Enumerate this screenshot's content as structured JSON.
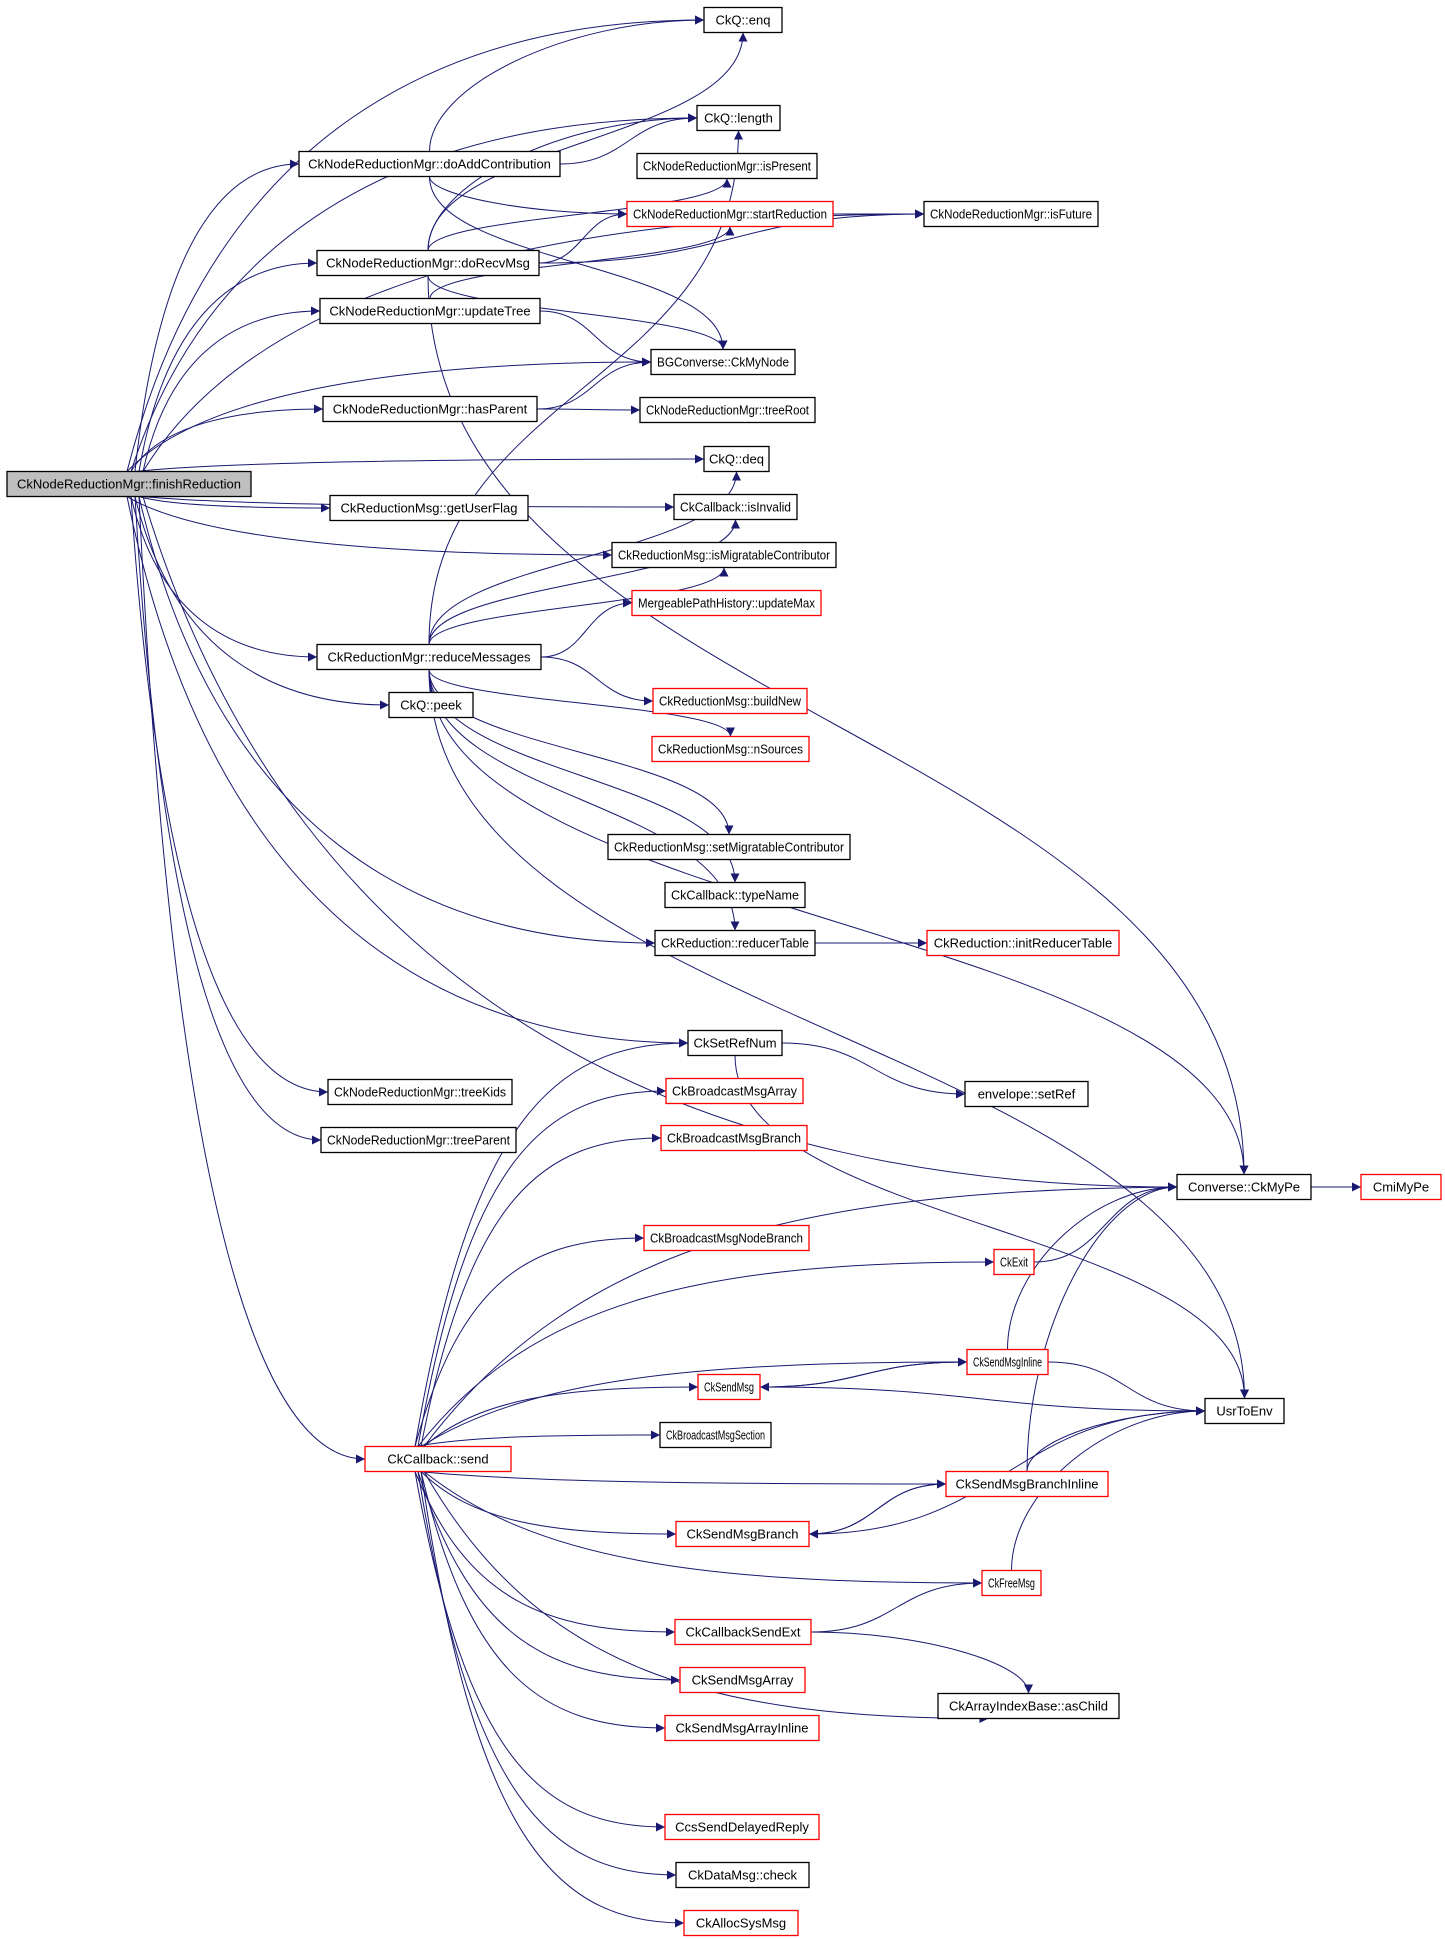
{
  "graph": {
    "title": "Call graph of CkNodeReductionMgr::finishReduction",
    "colors": {
      "edge": "#191970",
      "node_border": "#000000",
      "truncated_border": "#ff0000",
      "focus_fill": "#bfbfbf"
    },
    "nodes": [
      {
        "id": "finishReduction",
        "label": "CkNodeReductionMgr::finishReduction",
        "kind": "focus"
      },
      {
        "id": "enq",
        "label": "CkQ::enq",
        "kind": "normal"
      },
      {
        "id": "length",
        "label": "CkQ::length",
        "kind": "normal"
      },
      {
        "id": "doAddContribution",
        "label": "CkNodeReductionMgr::doAddContribution",
        "kind": "normal"
      },
      {
        "id": "isPresent",
        "label": "CkNodeReductionMgr::isPresent",
        "kind": "normal"
      },
      {
        "id": "startReduction",
        "label": "CkNodeReductionMgr::startReduction",
        "kind": "truncated"
      },
      {
        "id": "isFuture",
        "label": "CkNodeReductionMgr::isFuture",
        "kind": "normal"
      },
      {
        "id": "doRecvMsg",
        "label": "CkNodeReductionMgr::doRecvMsg",
        "kind": "normal"
      },
      {
        "id": "updateTree",
        "label": "CkNodeReductionMgr::updateTree",
        "kind": "normal"
      },
      {
        "id": "CkMyNode",
        "label": "BGConverse::CkMyNode",
        "kind": "normal"
      },
      {
        "id": "hasParent",
        "label": "CkNodeReductionMgr::hasParent",
        "kind": "normal"
      },
      {
        "id": "treeRoot",
        "label": "CkNodeReductionMgr::treeRoot",
        "kind": "normal"
      },
      {
        "id": "deq",
        "label": "CkQ::deq",
        "kind": "normal"
      },
      {
        "id": "getUserFlag",
        "label": "CkReductionMsg::getUserFlag",
        "kind": "normal"
      },
      {
        "id": "isInvalid",
        "label": "CkCallback::isInvalid",
        "kind": "normal"
      },
      {
        "id": "isMigratableContributor",
        "label": "CkReductionMsg::isMigratableContributor",
        "kind": "normal"
      },
      {
        "id": "updateMax",
        "label": "MergeablePathHistory::updateMax",
        "kind": "truncated"
      },
      {
        "id": "reduceMessages",
        "label": "CkReductionMgr::reduceMessages",
        "kind": "normal"
      },
      {
        "id": "buildNew",
        "label": "CkReductionMsg::buildNew",
        "kind": "truncated"
      },
      {
        "id": "peek",
        "label": "CkQ::peek",
        "kind": "normal"
      },
      {
        "id": "nSources",
        "label": "CkReductionMsg::nSources",
        "kind": "truncated"
      },
      {
        "id": "setMigratableContributor",
        "label": "CkReductionMsg::setMigratableContributor",
        "kind": "normal"
      },
      {
        "id": "typeName",
        "label": "CkCallback::typeName",
        "kind": "normal"
      },
      {
        "id": "reducerTable",
        "label": "CkReduction::reducerTable",
        "kind": "normal"
      },
      {
        "id": "initReducerTable",
        "label": "CkReduction::initReducerTable",
        "kind": "truncated"
      },
      {
        "id": "CkSetRefNum",
        "label": "CkSetRefNum",
        "kind": "normal"
      },
      {
        "id": "treeKids",
        "label": "CkNodeReductionMgr::treeKids",
        "kind": "normal"
      },
      {
        "id": "setRef",
        "label": "envelope::setRef",
        "kind": "normal"
      },
      {
        "id": "CkBroadcastMsgArray",
        "label": "CkBroadcastMsgArray",
        "kind": "truncated"
      },
      {
        "id": "treeParent",
        "label": "CkNodeReductionMgr::treeParent",
        "kind": "normal"
      },
      {
        "id": "CkBroadcastMsgBranch",
        "label": "CkBroadcastMsgBranch",
        "kind": "truncated"
      },
      {
        "id": "ConverseCkMyPe",
        "label": "Converse::CkMyPe",
        "kind": "normal"
      },
      {
        "id": "CmiMyPe",
        "label": "CmiMyPe",
        "kind": "truncated"
      },
      {
        "id": "CkBroadcastMsgNodeBranch",
        "label": "CkBroadcastMsgNodeBranch",
        "kind": "truncated"
      },
      {
        "id": "CkExit",
        "label": "CkExit",
        "kind": "truncated"
      },
      {
        "id": "CkSendMsgInline",
        "label": "CkSendMsgInline",
        "kind": "truncated"
      },
      {
        "id": "CkSendMsg",
        "label": "CkSendMsg",
        "kind": "truncated"
      },
      {
        "id": "UsrToEnv",
        "label": "UsrToEnv",
        "kind": "normal"
      },
      {
        "id": "CkBroadcastMsgSection",
        "label": "CkBroadcastMsgSection",
        "kind": "normal"
      },
      {
        "id": "CkCallbackSend",
        "label": "CkCallback::send",
        "kind": "truncated"
      },
      {
        "id": "CkSendMsgBranchInline",
        "label": "CkSendMsgBranchInline",
        "kind": "truncated"
      },
      {
        "id": "CkSendMsgBranch",
        "label": "CkSendMsgBranch",
        "kind": "truncated"
      },
      {
        "id": "CkFreeMsg",
        "label": "CkFreeMsg",
        "kind": "truncated"
      },
      {
        "id": "CkCallbackSendExt",
        "label": "CkCallbackSendExt",
        "kind": "truncated"
      },
      {
        "id": "CkSendMsgArray",
        "label": "CkSendMsgArray",
        "kind": "truncated"
      },
      {
        "id": "asChild",
        "label": "CkArrayIndexBase::asChild",
        "kind": "normal"
      },
      {
        "id": "CkSendMsgArrayInline",
        "label": "CkSendMsgArrayInline",
        "kind": "truncated"
      },
      {
        "id": "CcsSendDelayedReply",
        "label": "CcsSendDelayedReply",
        "kind": "truncated"
      },
      {
        "id": "check",
        "label": "CkDataMsg::check",
        "kind": "normal"
      },
      {
        "id": "CkAllocSysMsg",
        "label": "CkAllocSysMsg",
        "kind": "truncated"
      }
    ],
    "edges": [
      [
        "finishReduction",
        "enq"
      ],
      [
        "finishReduction",
        "length"
      ],
      [
        "finishReduction",
        "doAddContribution"
      ],
      [
        "finishReduction",
        "doRecvMsg"
      ],
      [
        "finishReduction",
        "updateTree"
      ],
      [
        "finishReduction",
        "CkMyNode"
      ],
      [
        "finishReduction",
        "hasParent"
      ],
      [
        "finishReduction",
        "deq"
      ],
      [
        "finishReduction",
        "getUserFlag"
      ],
      [
        "finishReduction",
        "isInvalid"
      ],
      [
        "finishReduction",
        "isMigratableContributor"
      ],
      [
        "finishReduction",
        "reduceMessages"
      ],
      [
        "finishReduction",
        "peek"
      ],
      [
        "finishReduction",
        "reducerTable"
      ],
      [
        "finishReduction",
        "ConverseCkMyPe"
      ],
      [
        "finishReduction",
        "CkSetRefNum"
      ],
      [
        "finishReduction",
        "treeKids"
      ],
      [
        "finishReduction",
        "treeParent"
      ],
      [
        "finishReduction",
        "CkCallbackSend"
      ],
      [
        "finishReduction",
        "isFuture"
      ],
      [
        "doAddContribution",
        "enq"
      ],
      [
        "doAddContribution",
        "length"
      ],
      [
        "doAddContribution",
        "startReduction"
      ],
      [
        "doAddContribution",
        "CkMyNode"
      ],
      [
        "doRecvMsg",
        "enq"
      ],
      [
        "doRecvMsg",
        "length"
      ],
      [
        "doRecvMsg",
        "isPresent"
      ],
      [
        "doRecvMsg",
        "startReduction"
      ],
      [
        "doRecvMsg",
        "isFuture"
      ],
      [
        "doRecvMsg",
        "CkMyNode"
      ],
      [
        "doRecvMsg",
        "ConverseCkMyPe"
      ],
      [
        "updateTree",
        "startReduction"
      ],
      [
        "updateTree",
        "CkMyNode"
      ],
      [
        "hasParent",
        "CkMyNode"
      ],
      [
        "hasParent",
        "treeRoot"
      ],
      [
        "startReduction",
        "isFuture"
      ],
      [
        "reduceMessages",
        "length"
      ],
      [
        "reduceMessages",
        "deq"
      ],
      [
        "reduceMessages",
        "isInvalid"
      ],
      [
        "reduceMessages",
        "isMigratableContributor"
      ],
      [
        "reduceMessages",
        "updateMax"
      ],
      [
        "reduceMessages",
        "buildNew"
      ],
      [
        "reduceMessages",
        "nSources"
      ],
      [
        "reduceMessages",
        "setMigratableContributor"
      ],
      [
        "reduceMessages",
        "typeName"
      ],
      [
        "reduceMessages",
        "reducerTable"
      ],
      [
        "reduceMessages",
        "ConverseCkMyPe"
      ],
      [
        "reduceMessages",
        "UsrToEnv"
      ],
      [
        "reducerTable",
        "initReducerTable"
      ],
      [
        "CkSetRefNum",
        "setRef"
      ],
      [
        "CkSetRefNum",
        "UsrToEnv"
      ],
      [
        "ConverseCkMyPe",
        "CmiMyPe"
      ],
      [
        "CkCallbackSend",
        "CkSetRefNum"
      ],
      [
        "CkCallbackSend",
        "CkBroadcastMsgArray"
      ],
      [
        "CkCallbackSend",
        "CkBroadcastMsgBranch"
      ],
      [
        "CkCallbackSend",
        "ConverseCkMyPe"
      ],
      [
        "CkCallbackSend",
        "CkBroadcastMsgNodeBranch"
      ],
      [
        "CkCallbackSend",
        "CkExit"
      ],
      [
        "CkCallbackSend",
        "CkSendMsgInline"
      ],
      [
        "CkCallbackSend",
        "CkSendMsg"
      ],
      [
        "CkCallbackSend",
        "CkBroadcastMsgSection"
      ],
      [
        "CkCallbackSend",
        "CkSendMsgBranchInline"
      ],
      [
        "CkCallbackSend",
        "CkSendMsgBranch"
      ],
      [
        "CkCallbackSend",
        "CkFreeMsg"
      ],
      [
        "CkCallbackSend",
        "CkCallbackSendExt"
      ],
      [
        "CkCallbackSend",
        "CkSendMsgArray"
      ],
      [
        "CkCallbackSend",
        "CkSendMsgArrayInline"
      ],
      [
        "CkCallbackSend",
        "asChild"
      ],
      [
        "CkCallbackSend",
        "CcsSendDelayedReply"
      ],
      [
        "CkCallbackSend",
        "check"
      ],
      [
        "CkCallbackSend",
        "CkAllocSysMsg"
      ],
      [
        "CkExit",
        "ConverseCkMyPe"
      ],
      [
        "CkSendMsgInline",
        "CkSendMsg"
      ],
      [
        "CkSendMsgInline",
        "ConverseCkMyPe"
      ],
      [
        "CkSendMsgInline",
        "UsrToEnv"
      ],
      [
        "CkSendMsg",
        "CkSendMsgInline"
      ],
      [
        "CkSendMsg",
        "UsrToEnv"
      ],
      [
        "CkSendMsgBranchInline",
        "CkSendMsgBranch"
      ],
      [
        "CkSendMsgBranchInline",
        "ConverseCkMyPe"
      ],
      [
        "CkSendMsgBranchInline",
        "UsrToEnv"
      ],
      [
        "CkSendMsgBranch",
        "CkSendMsgBranchInline"
      ],
      [
        "CkSendMsgBranch",
        "UsrToEnv"
      ],
      [
        "CkFreeMsg",
        "UsrToEnv"
      ],
      [
        "CkCallbackSendExt",
        "CkFreeMsg"
      ],
      [
        "CkCallbackSendExt",
        "asChild"
      ]
    ]
  }
}
